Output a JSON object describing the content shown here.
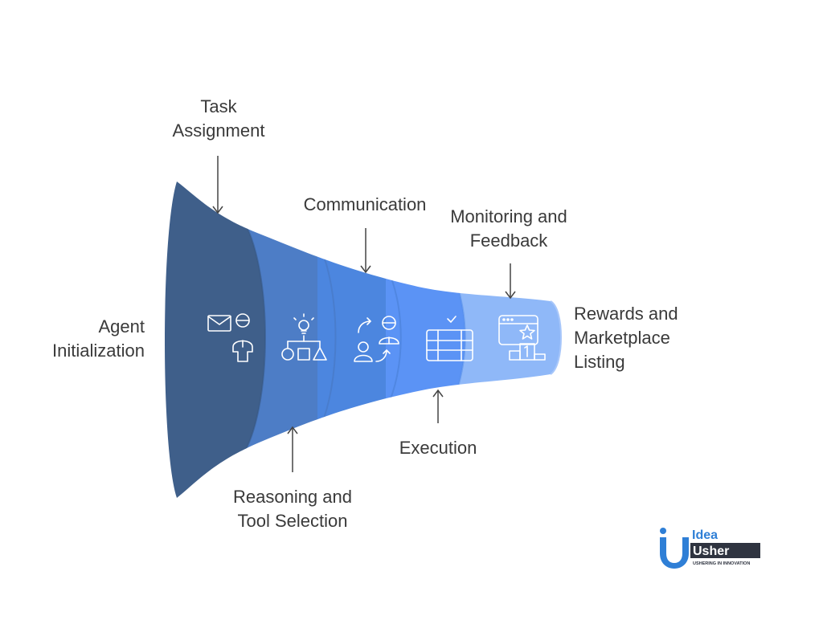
{
  "diagram": {
    "stages": [
      {
        "id": "agent-initialization",
        "lines": [
          "Agent",
          "Initialization"
        ],
        "icon": "email-person-icon",
        "color": "#3f5f8a"
      },
      {
        "id": "reasoning-tool-selection",
        "lines": [
          "Reasoning and",
          "Tool Selection"
        ],
        "icon": "idea-shapes-icon",
        "color": "#4d7dc6"
      },
      {
        "id": "communication",
        "lines": [
          "Communication"
        ],
        "icon": "users-exchange-icon",
        "color": "#4c86df"
      },
      {
        "id": "execution",
        "lines": [
          "Execution"
        ],
        "icon": "film-check-icon",
        "color": "#5b93f5"
      },
      {
        "id": "monitoring-feedback",
        "lines": [
          "Monitoring and",
          "Feedback"
        ],
        "icon": "podium-star-icon",
        "color": "#8fb8f8"
      }
    ],
    "task_assignment": {
      "lines": [
        "Task",
        "Assignment"
      ]
    },
    "rewards": {
      "lines": [
        "Rewards and",
        "Marketplace",
        "Listing"
      ]
    },
    "arrow_color": "#444444",
    "icon_color": "#ffffff"
  },
  "logo": {
    "top_text": "Idea",
    "bottom_text": "Usher",
    "tagline": "USHERING IN INNOVATION",
    "colors": {
      "blue": "#2f7fd6",
      "dark": "#2f3440"
    }
  }
}
